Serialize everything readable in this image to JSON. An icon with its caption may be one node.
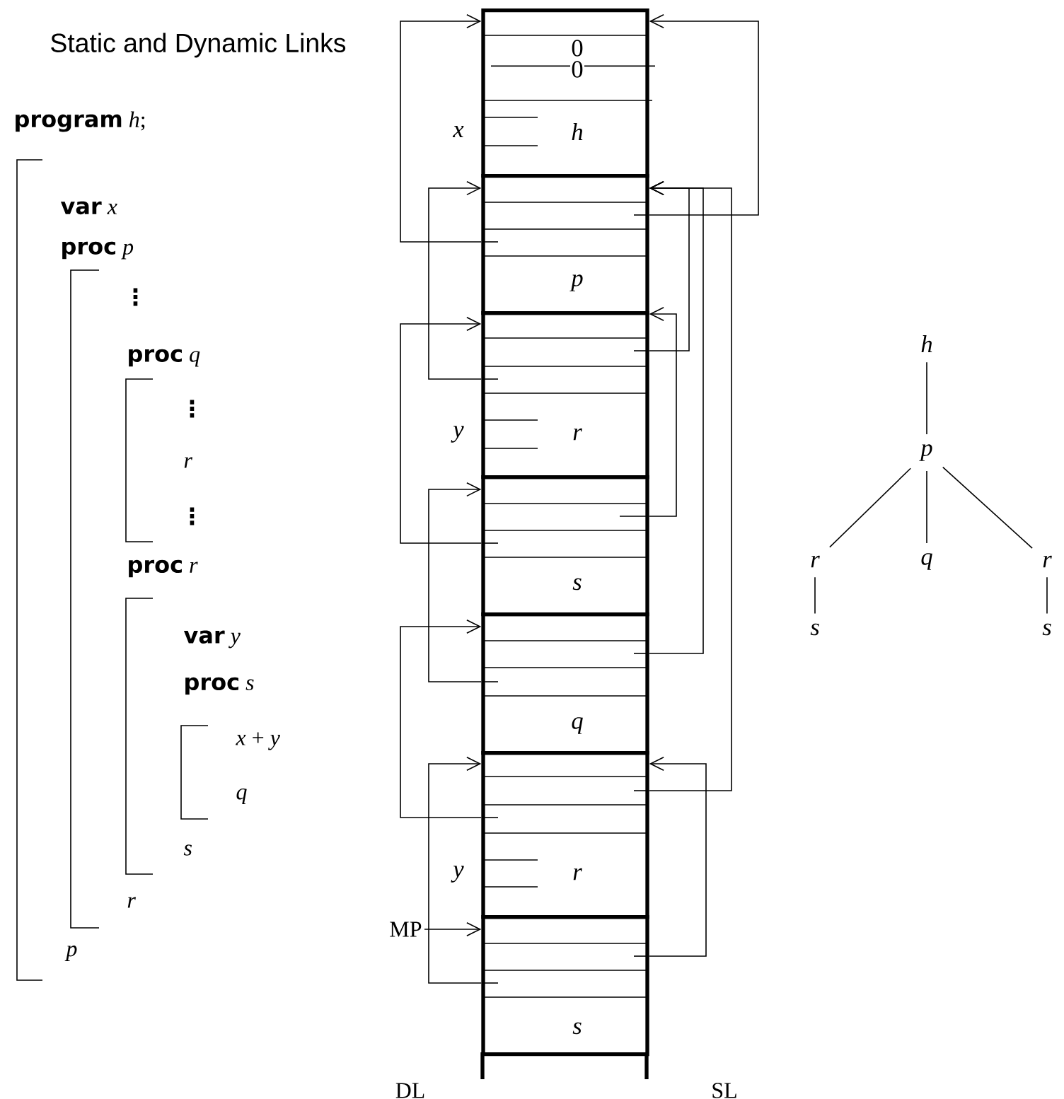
{
  "diagram": {
    "title": "Static and Dynamic Links",
    "nodes": [
      {
        "text": [
          "0",
          "0",
          "h"
        ],
        "beside": [
          "x"
        ]
      },
      {
        "text": [
          "p"
        ]
      },
      {
        "text": [
          "r"
        ],
        "beside": [
          "y"
        ]
      },
      {
        "text": [
          "s"
        ]
      },
      {
        "text": [
          "q"
        ]
      },
      {
        "text": [
          "r"
        ],
        "beside": [
          "y"
        ]
      },
      {
        "text": [
          "s"
        ]
      },
      {
        "text": [
          "MP"
        ]
      },
      {
        "text": [
          "h"
        ]
      },
      {
        "text": [
          "p"
        ]
      },
      {
        "text": [
          "r"
        ]
      },
      {
        "text": [
          "q"
        ]
      },
      {
        "text": [
          "r"
        ]
      },
      {
        "text": [
          "s"
        ]
      },
      {
        "text": [
          "s"
        ]
      }
    ],
    "edges": [
      {
        "from": 1,
        "to": 0,
        "arrow": "to"
      },
      {
        "from": 1,
        "to": 0,
        "arrow": "to"
      },
      {
        "from": 2,
        "to": 1,
        "arrow": "to"
      },
      {
        "from": 2,
        "to": 1,
        "arrow": "to"
      },
      {
        "from": 3,
        "to": 2,
        "arrow": "to"
      },
      {
        "from": 3,
        "to": 2,
        "arrow": "to"
      },
      {
        "from": 4,
        "to": 3,
        "arrow": "to"
      },
      {
        "from": 4,
        "to": 1,
        "arrow": "to"
      },
      {
        "from": 5,
        "to": 4,
        "arrow": "to"
      },
      {
        "from": 5,
        "to": 1,
        "arrow": "to"
      },
      {
        "from": 6,
        "to": 5,
        "arrow": "to"
      },
      {
        "from": 6,
        "to": 5,
        "arrow": "to"
      },
      {
        "from": 7,
        "to": 6,
        "arrow": "to"
      },
      {
        "from": 8,
        "to": 9,
        "arrow": "none"
      },
      {
        "from": 9,
        "to": 10,
        "arrow": "none"
      },
      {
        "from": 9,
        "to": 11,
        "arrow": "none"
      },
      {
        "from": 9,
        "to": 12,
        "arrow": "none"
      },
      {
        "from": 10,
        "to": 13,
        "arrow": "none"
      },
      {
        "from": 12,
        "to": 14,
        "arrow": "none"
      }
    ],
    "labels": [
      "**program** *h*;",
      "**var** *x*",
      "**proc** *p*",
      "⋮",
      "**proc** *q*",
      "⋮",
      "r",
      "⋮",
      "**proc** *r*",
      "**var** *y*",
      "**proc** *s*",
      "*x* + *y*",
      "q",
      "s",
      "r",
      "p",
      "DL",
      "SL"
    ]
  }
}
